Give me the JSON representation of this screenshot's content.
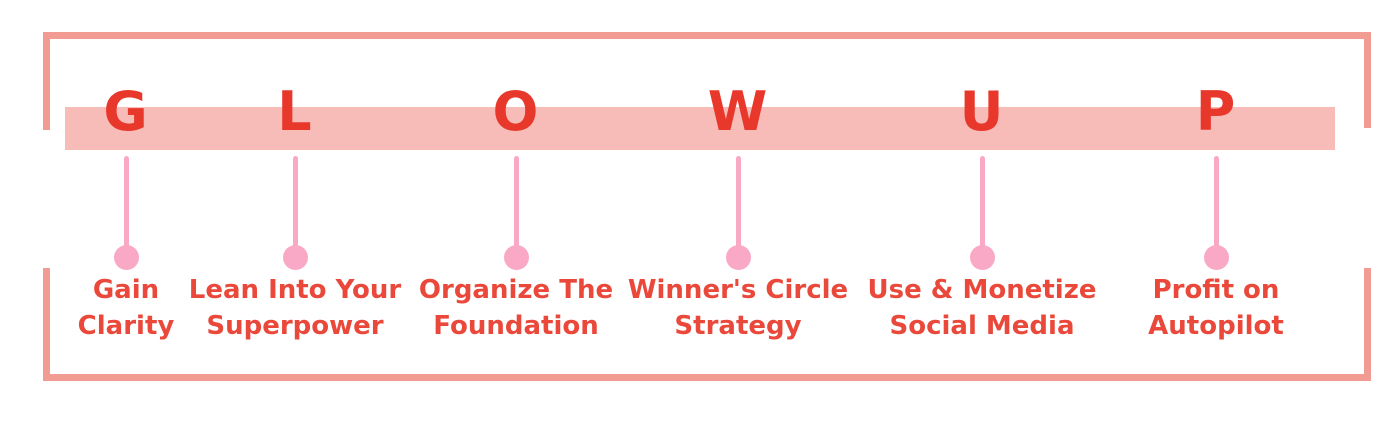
{
  "diagram": {
    "acronym": "GLOWUP",
    "colors": {
      "letter_red": "#E8382B",
      "label_red": "#E9483A",
      "band_pink": "#F8BCB8",
      "frame_salmon": "#F29B93",
      "connector_pink": "#F9A9C5",
      "background": "#FFFFFF"
    }
  },
  "items": [
    {
      "letter": "G",
      "label_line1": "Gain",
      "label_line2": "Clarity"
    },
    {
      "letter": "L",
      "label_line1": "Lean Into Your",
      "label_line2": "Superpower"
    },
    {
      "letter": "O",
      "label_line1": "Organize The",
      "label_line2": "Foundation"
    },
    {
      "letter": "W",
      "label_line1": "Winner's Circle",
      "label_line2": "Strategy"
    },
    {
      "letter": "U",
      "label_line1": "Use & Monetize",
      "label_line2": "Social Media"
    },
    {
      "letter": "P",
      "label_line1": "Profit on",
      "label_line2": "Autopilot"
    }
  ]
}
